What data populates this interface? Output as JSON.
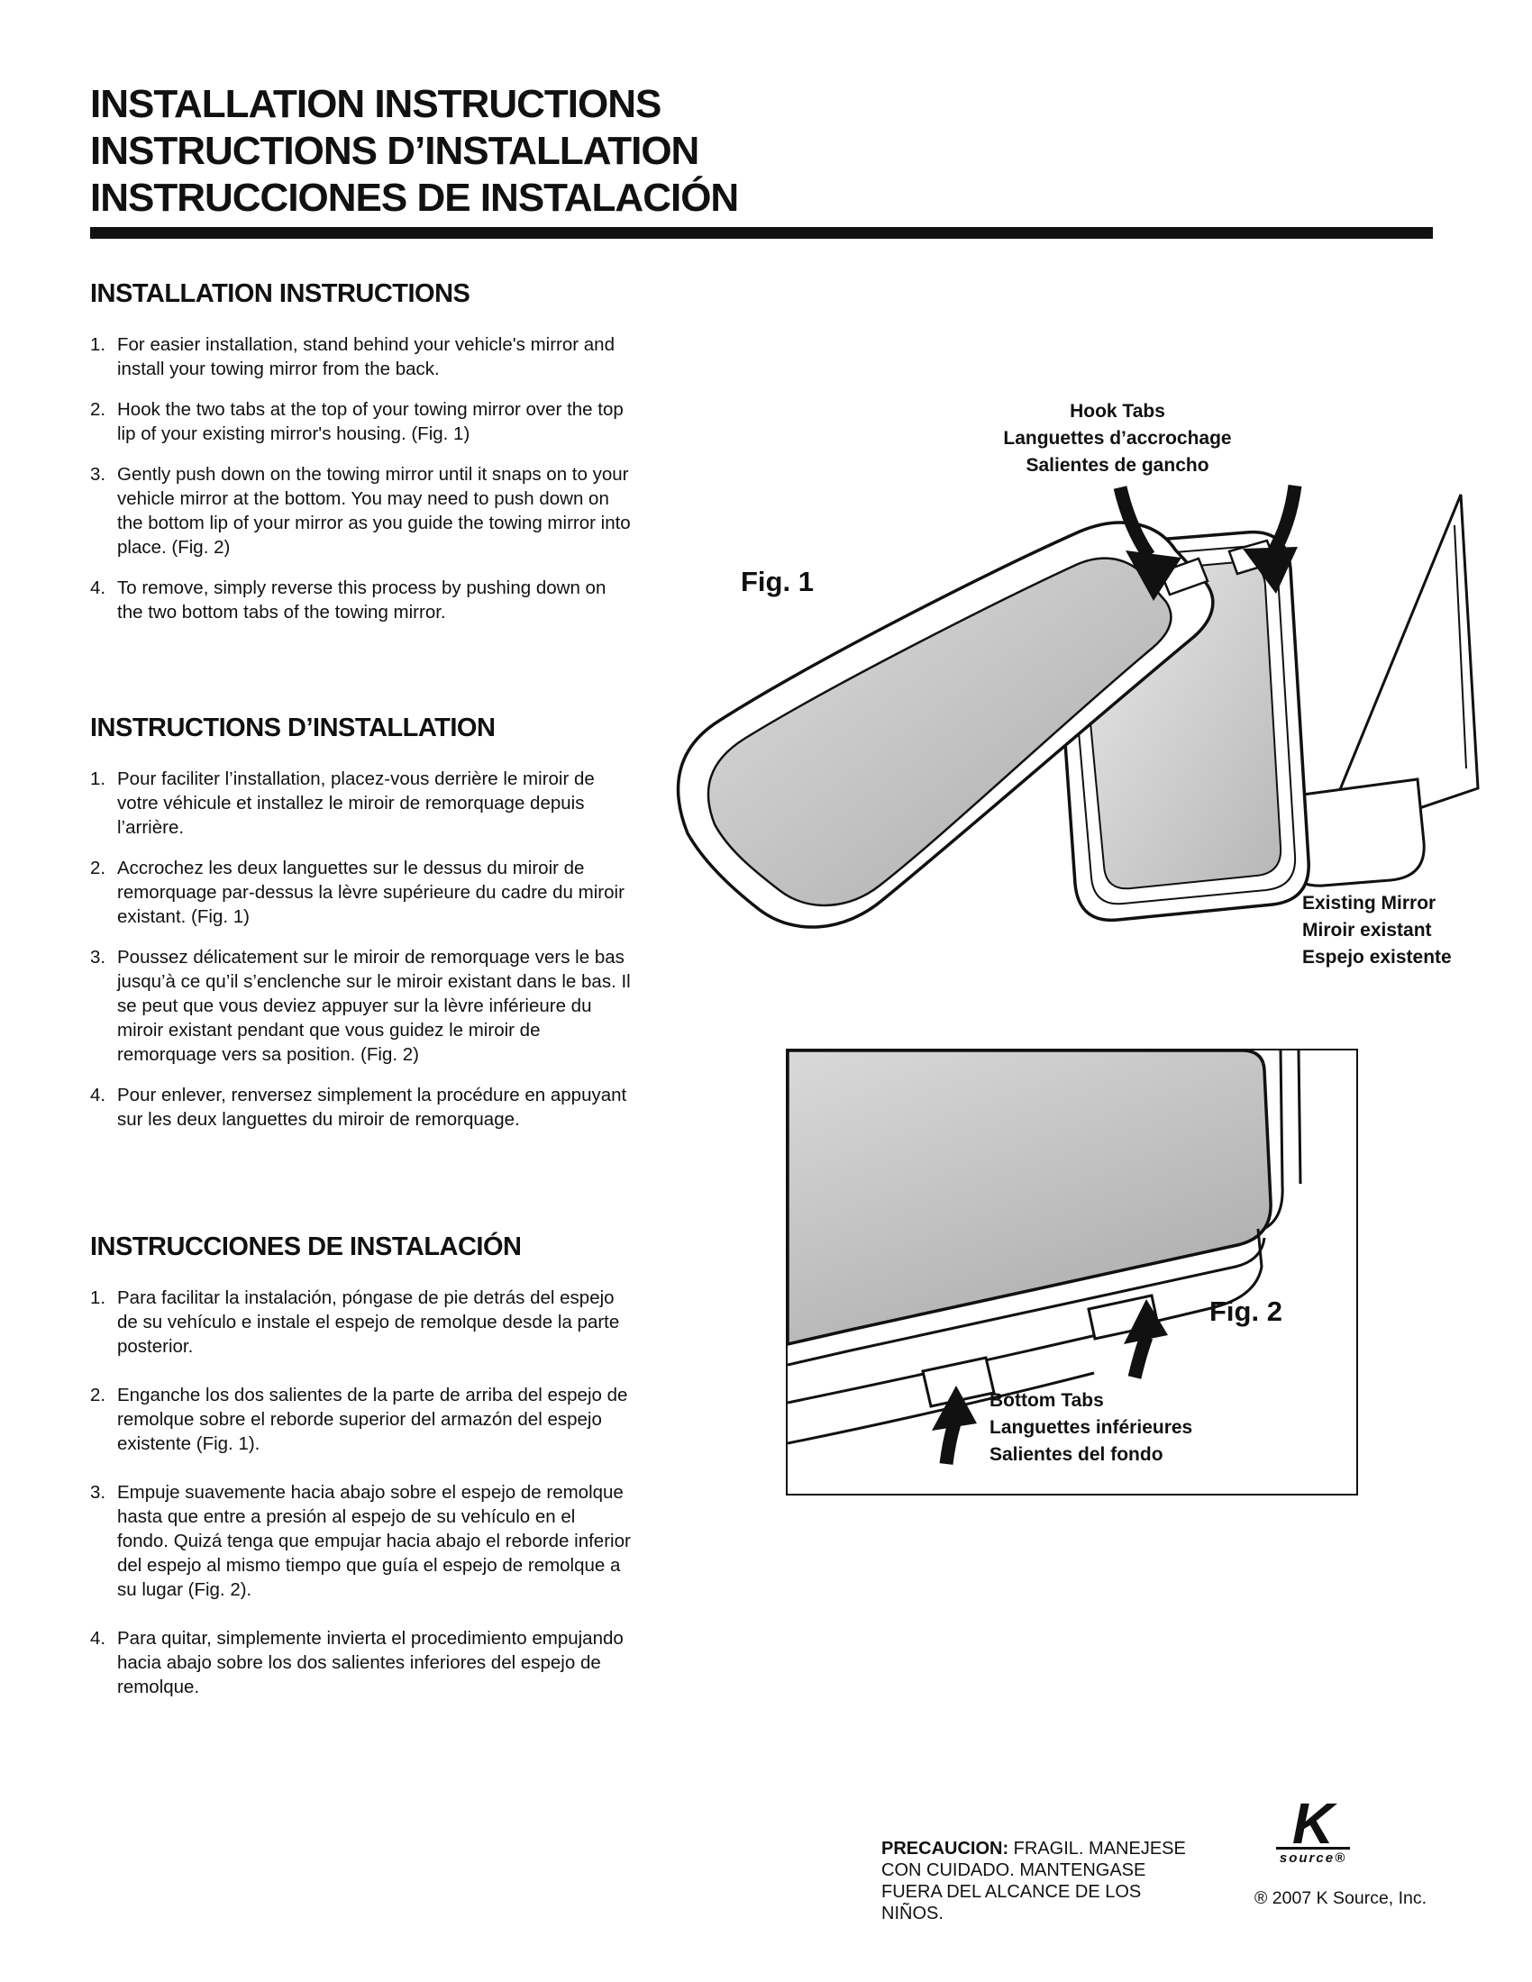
{
  "page": {
    "bg": "#ffffff",
    "ink": "#111111"
  },
  "title_block": {
    "lines": [
      "INSTALLATION INSTRUCTIONS",
      "INSTRUCTIONS D’INSTALLATION",
      "INSTRUCCIONES DE INSTALACIÓN"
    ]
  },
  "sections": [
    {
      "heading": "INSTALLATION INSTRUCTIONS",
      "steps": [
        {
          "n": "1.",
          "text": "For easier installation, stand behind your vehicle's mirror and install your towing mirror from the back."
        },
        {
          "n": "2.",
          "text": "Hook the two tabs at the top of your towing mirror over the top lip of your existing mirror's housing. (Fig. 1)"
        },
        {
          "n": "3.",
          "text": "Gently push down on the towing mirror until it snaps on to your vehicle mirror at the bottom. You may need to push down on the bottom lip of your mirror as you guide the towing mirror into place. (Fig. 2)"
        },
        {
          "n": "4.",
          "text": "To remove, simply reverse this process by pushing down on the two bottom tabs of the towing mirror."
        }
      ]
    },
    {
      "heading": "INSTRUCTIONS D’INSTALLATION",
      "steps": [
        {
          "n": "1.",
          "text": "Pour faciliter l’installation, placez-vous derrière le miroir de votre véhicule et installez le miroir de remorquage depuis l’arrière."
        },
        {
          "n": "2.",
          "text": "Accrochez les deux languettes sur le dessus du miroir de remorquage par-dessus la lèvre supérieure du cadre du miroir existant. (Fig. 1)"
        },
        {
          "n": "3.",
          "text": "Poussez délicatement sur le miroir de remorquage vers le bas jusqu’à ce qu’il s’enclenche sur le miroir existant dans le bas. Il se peut que vous deviez appuyer sur la lèvre inférieure du miroir existant pendant que vous guidez le miroir de remorquage vers sa position. (Fig. 2)"
        },
        {
          "n": "4.",
          "text": "Pour enlever, renversez simplement la procédure en appuyant sur les deux languettes du miroir de remorquage."
        }
      ]
    },
    {
      "heading": "INSTRUCCIONES DE INSTALACIÓN",
      "steps": [
        {
          "n": "1.",
          "text": "Para facilitar la instalación, póngase de pie detrás del espejo de su vehículo e instale el espejo de remolque desde la parte posterior."
        },
        {
          "n": "2.",
          "text": "Enganche los dos salientes de la parte de arriba del espejo de remolque sobre el reborde superior del armazón del espejo existente (Fig. 1)."
        },
        {
          "n": "3.",
          "text": "Empuje suavemente hacia abajo sobre el espejo de remolque hasta que entre a presión al espejo de su vehículo en el fondo. Quizá tenga que empujar hacia abajo el reborde inferior del espejo al mismo tiempo que guía el espejo de remolque a su lugar (Fig. 2)."
        },
        {
          "n": "4.",
          "text": "Para quitar, simplemente invierta el procedimiento empujando hacia abajo sobre los dos salientes inferiores del espejo de remolque."
        }
      ]
    }
  ],
  "figure1": {
    "caption": "Fig. 1",
    "hook_tabs": {
      "lines": [
        "Hook Tabs",
        "Languettes d’accrochage",
        "Salientes de gancho"
      ]
    },
    "existing_mirror": {
      "lines": [
        "Existing Mirror",
        "Miroir existant",
        "Espejo existente"
      ]
    }
  },
  "figure2": {
    "caption": "Fig. 2",
    "bottom_tabs": {
      "lines": [
        "Bottom Tabs",
        "Languettes inférieures",
        "Salientes del fondo"
      ]
    }
  },
  "footer": {
    "precaution_label": "PRECAUCION:",
    "precaution_text": " FRAGIL. MANEJESE CON CUIDADO. MANTENGASE FUERA DEL ALCANCE DE LOS NIÑOS.",
    "logo_k": "K",
    "logo_source": "source®",
    "copyright": "® 2007 K Source, Inc."
  }
}
